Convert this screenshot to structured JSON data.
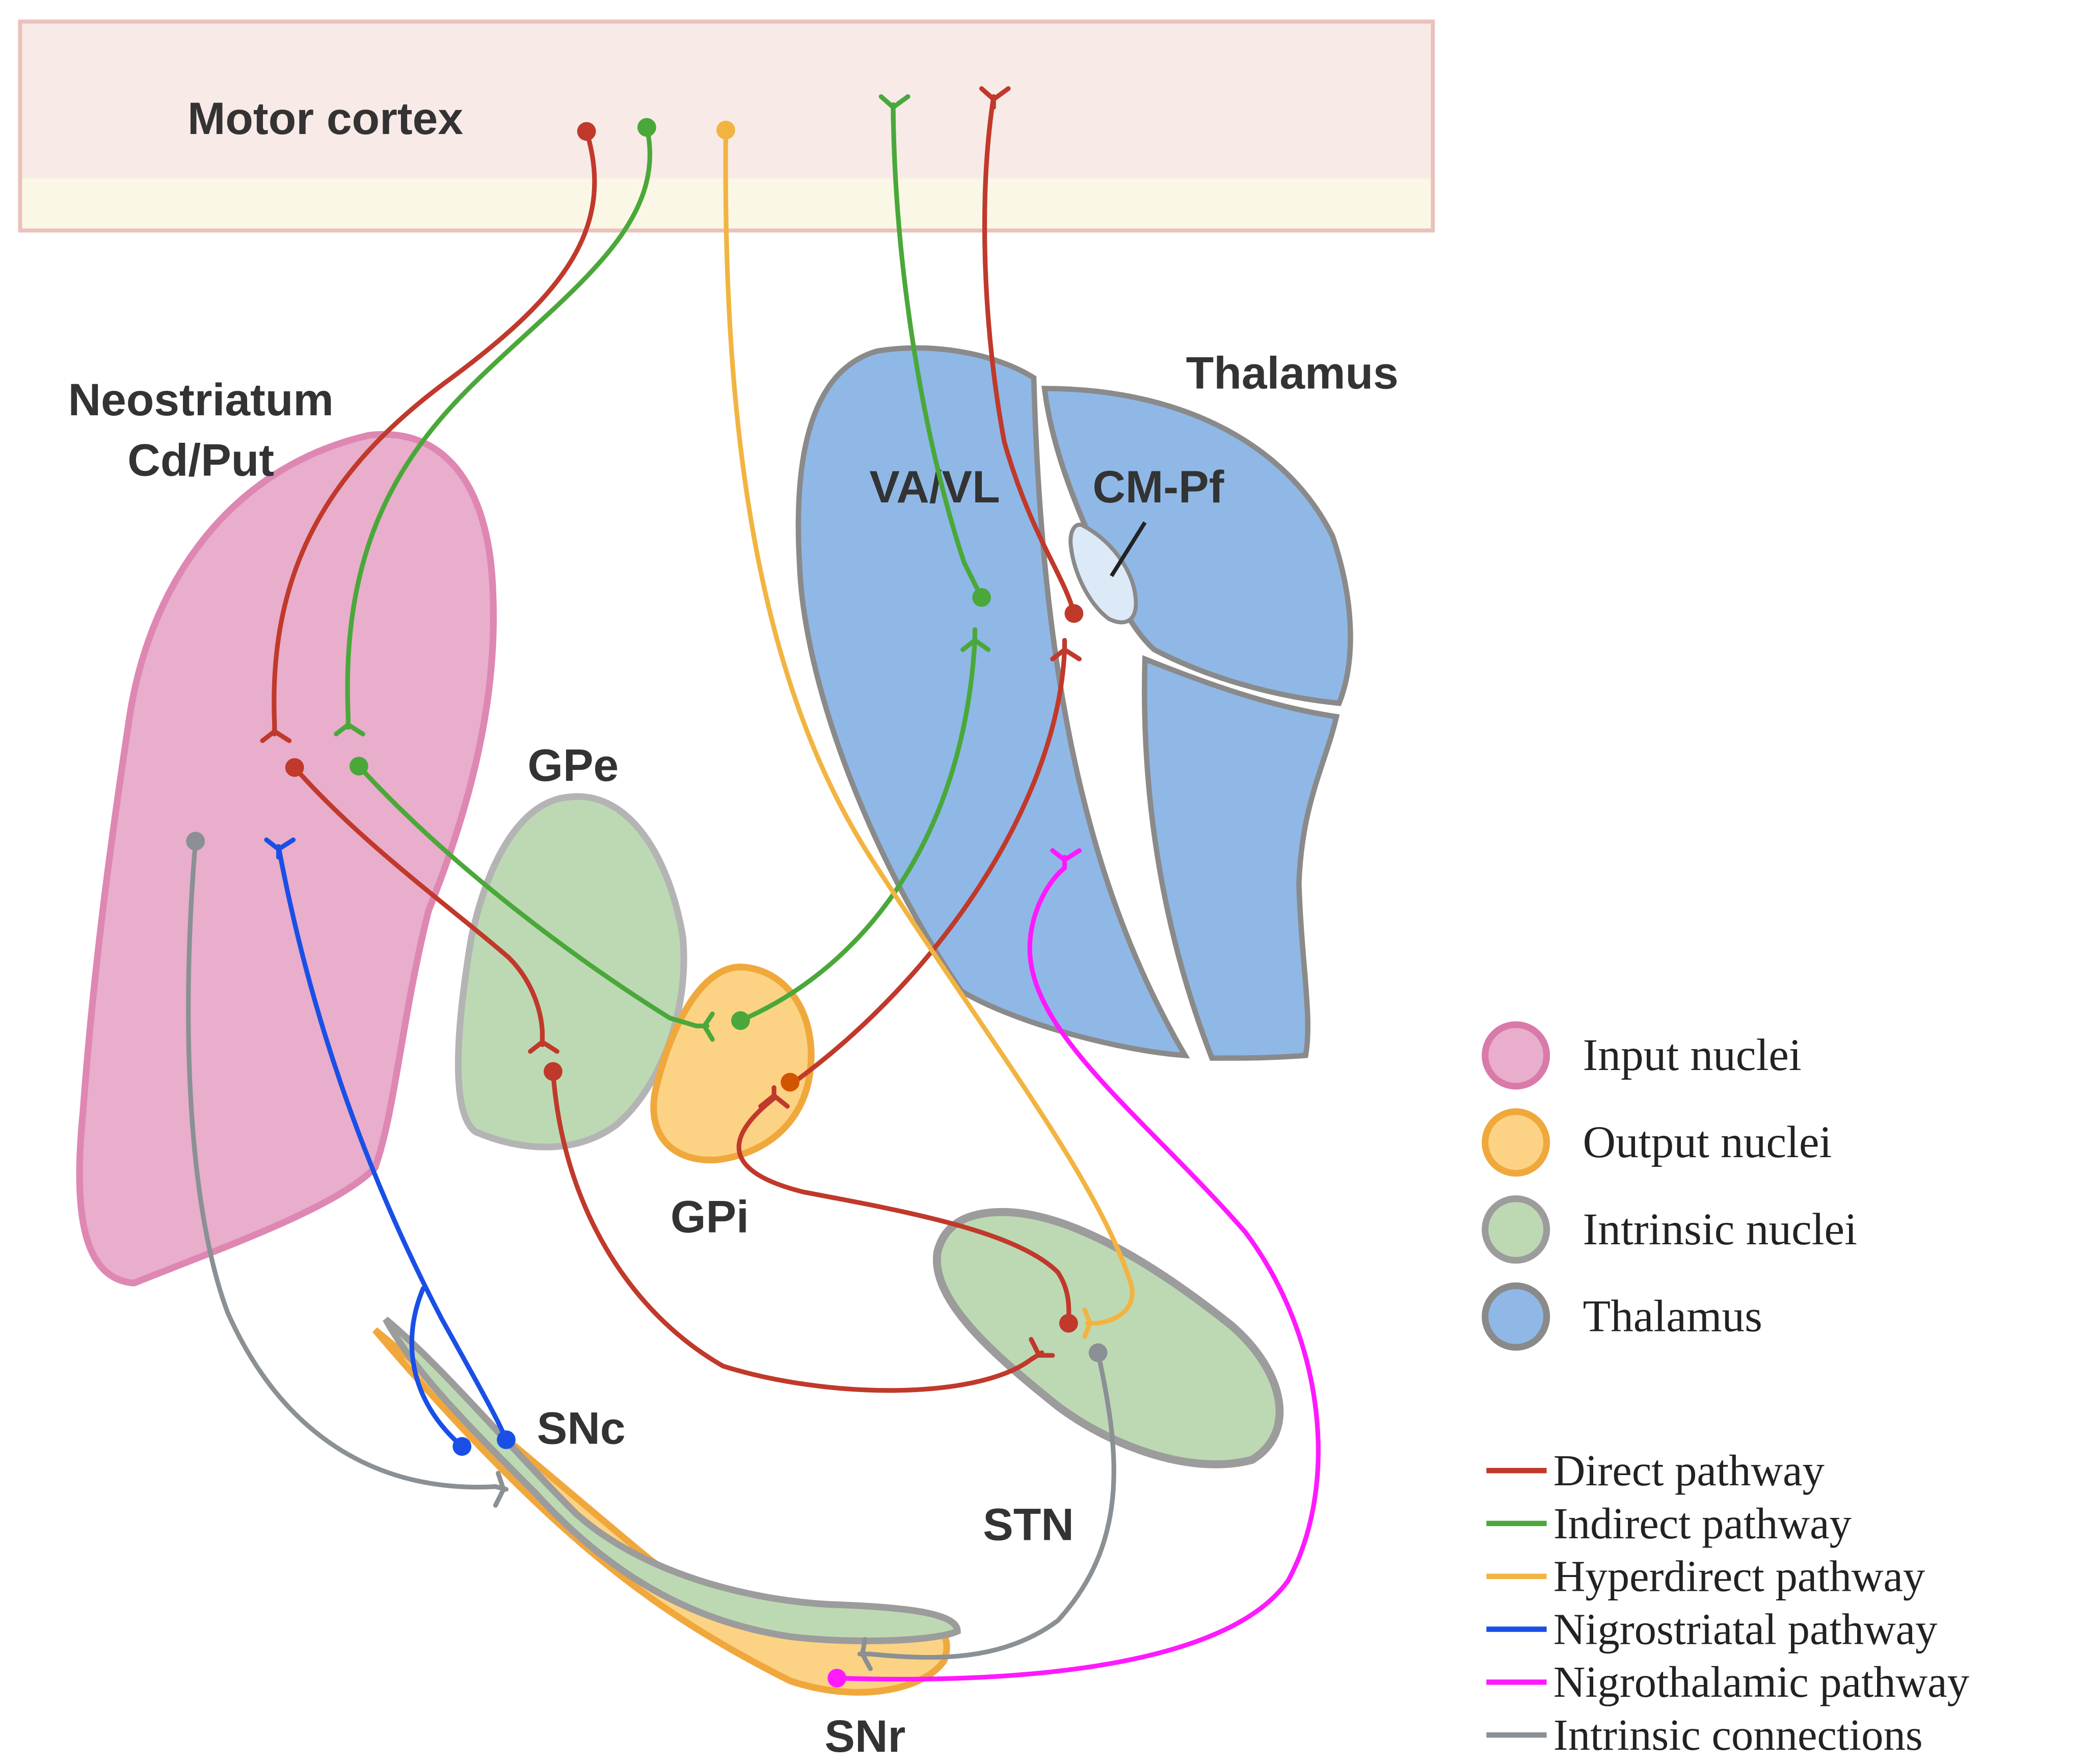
{
  "labels": {
    "motor_cortex": "Motor cortex",
    "neostriatum_line1": "Neostriatum",
    "neostriatum_line2": "Cd/Put",
    "thalamus": "Thalamus",
    "va_vl": "VA/VL",
    "cm_pf": "CM-Pf",
    "gpe": "GPe",
    "gpi": "GPi",
    "stn": "STN",
    "snc": "SNc",
    "snr": "SNr"
  },
  "legend_nuclei": [
    {
      "label": "Input nuclei",
      "fill": "#e8aecb",
      "stroke": "#d97aaa"
    },
    {
      "label": "Output nuclei",
      "fill": "#fcd384",
      "stroke": "#f0a83c"
    },
    {
      "label": "Intrinsic nuclei",
      "fill": "#bcd9b4",
      "stroke": "#9c9c9c"
    },
    {
      "label": "Thalamus",
      "fill": "#8fb8e6",
      "stroke": "#8a8a8a"
    }
  ],
  "legend_pathways": [
    {
      "label": "Direct pathway",
      "color": "#c0392b"
    },
    {
      "label": "Indirect pathway",
      "color": "#4aa83a"
    },
    {
      "label": "Hyperdirect pathway",
      "color": "#f2b441"
    },
    {
      "label": "Nigrostriatal pathway",
      "color": "#1a4fe6"
    },
    {
      "label": "Nigrothalamic pathway",
      "color": "#ff19ff"
    },
    {
      "label": "Intrinsic connections",
      "color": "#8a9094"
    }
  ],
  "colors": {
    "direct": "#c0392b",
    "indirect": "#4aa83a",
    "hyperdirect": "#f2b441",
    "nigrostriatal": "#1a4fe6",
    "nigrothalamic": "#ff19ff",
    "intrinsic": "#8a9094",
    "gpi_marker": "#d35400"
  }
}
